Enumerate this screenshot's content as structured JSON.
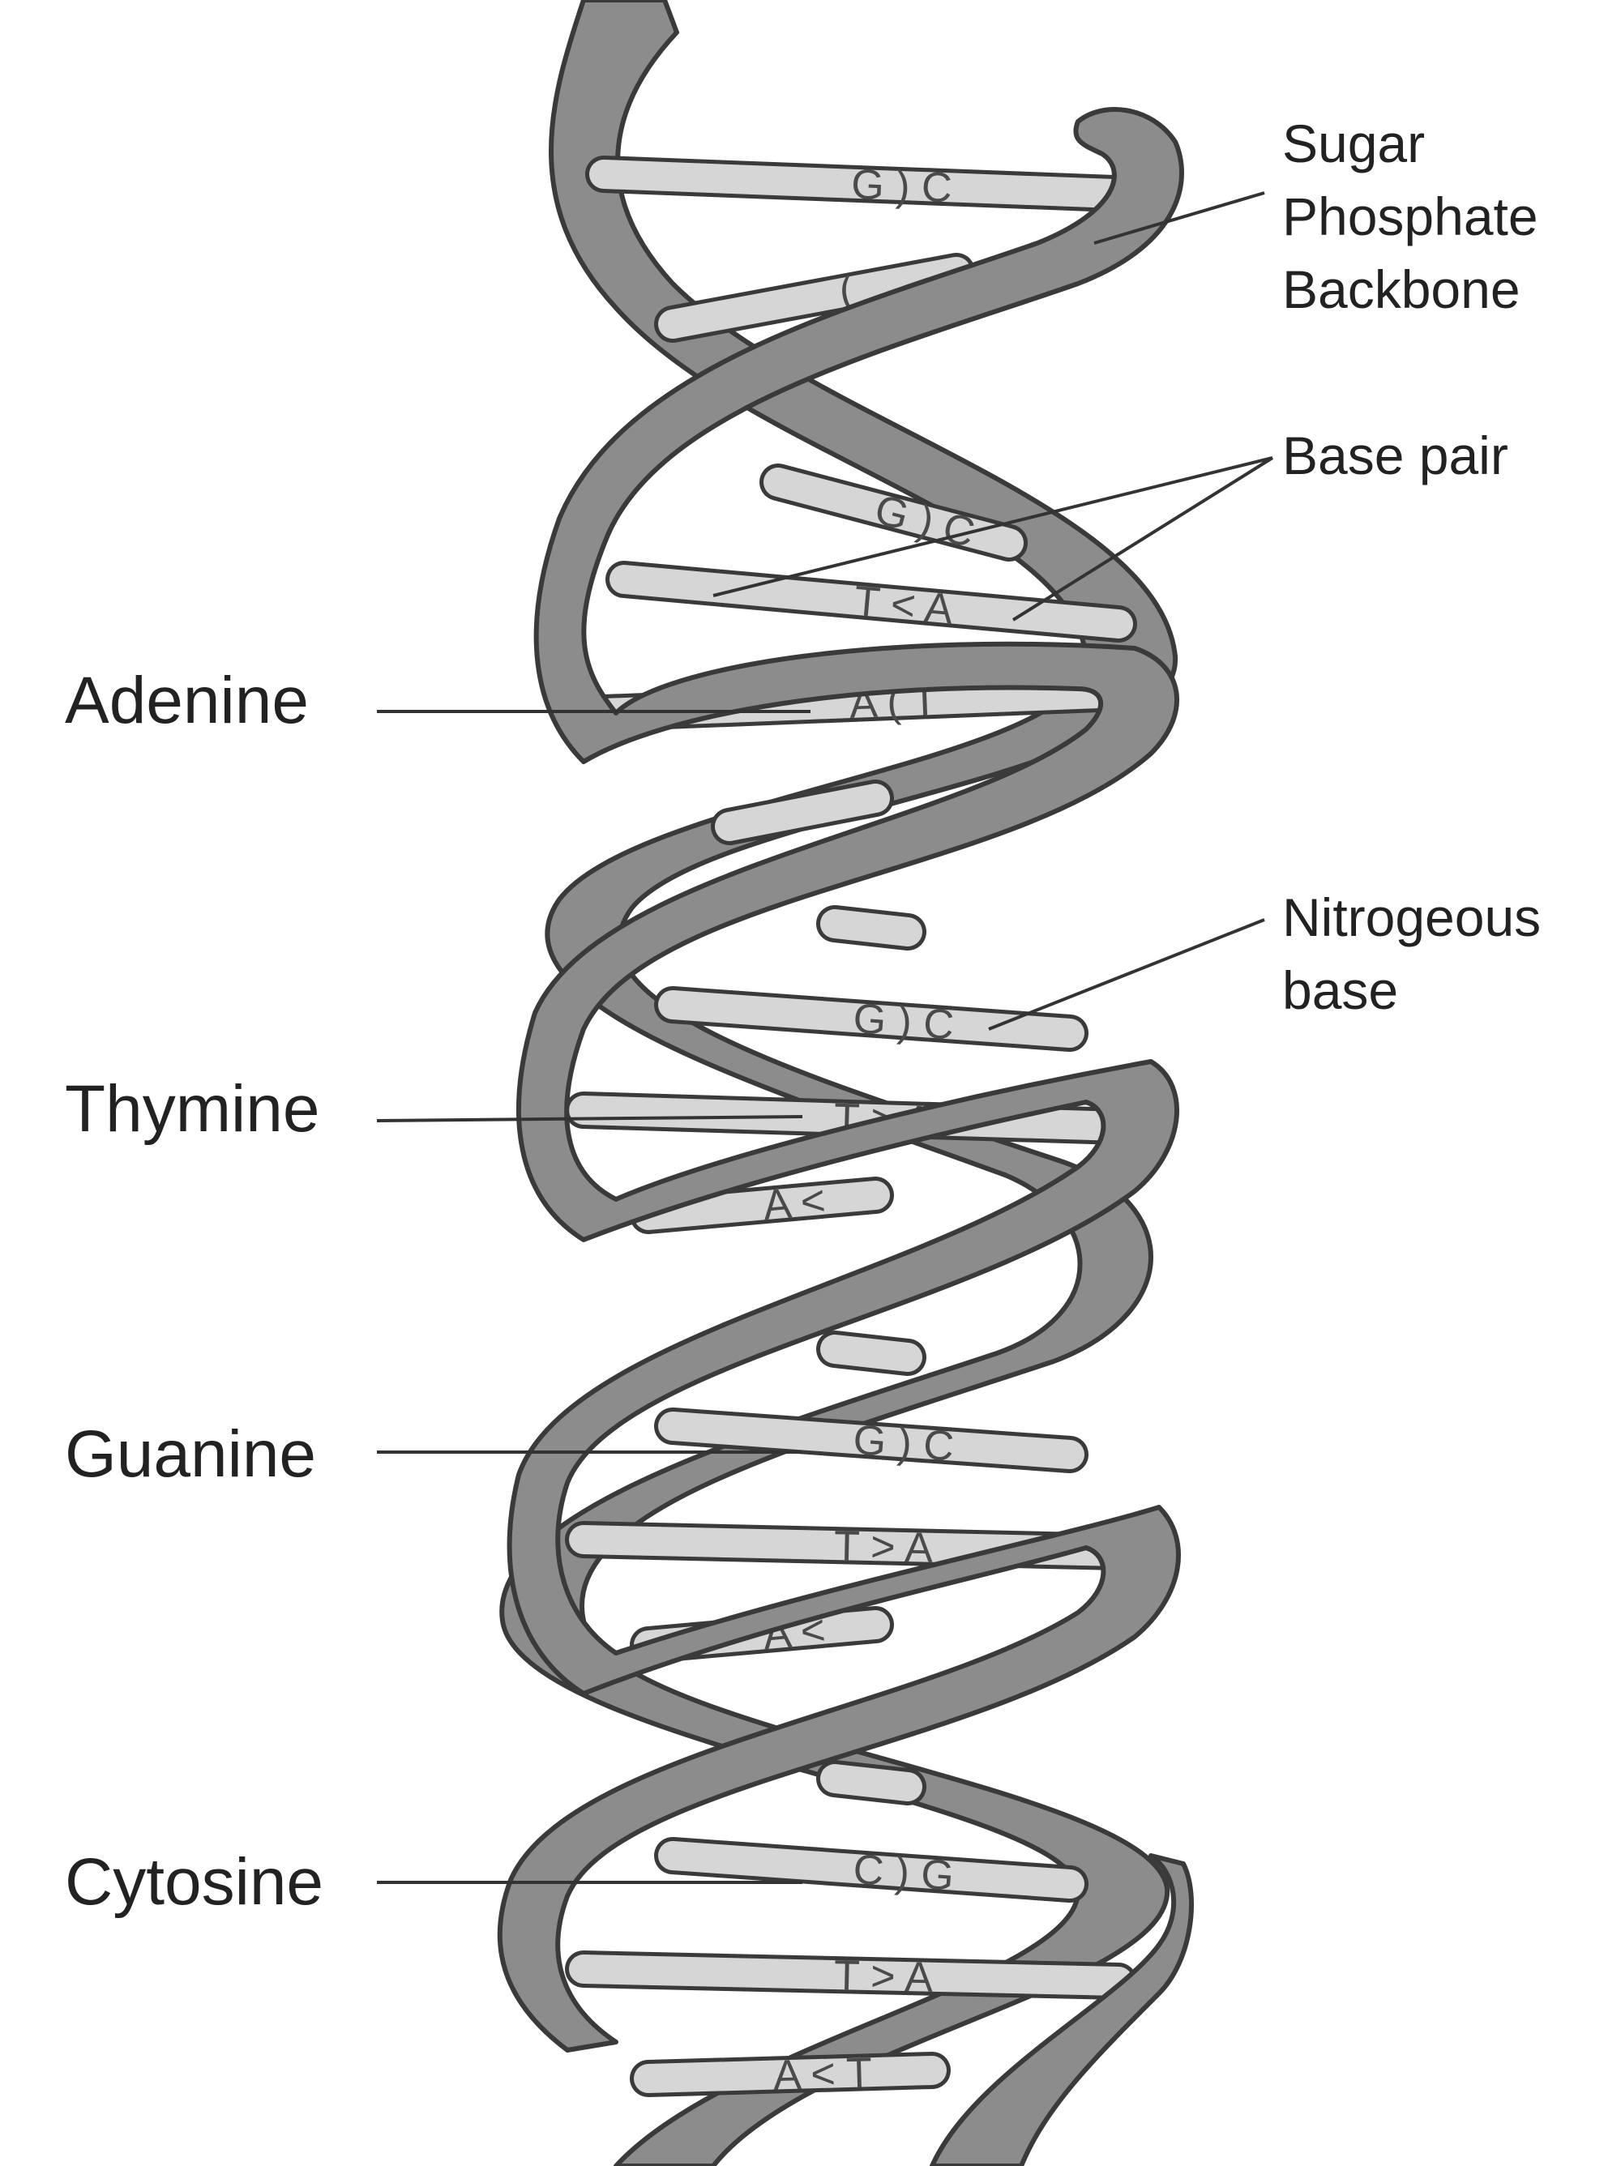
{
  "labels": {
    "backbone_line1": "Sugar",
    "backbone_line2": "Phosphate",
    "backbone_line3": "Backbone",
    "base_pair": "Base pair",
    "nitrogenous_line1": "Nitrogeous",
    "nitrogenous_line2": "base",
    "adenine": "Adenine",
    "thymine": "Thymine",
    "guanine": "Guanine",
    "cytosine": "Cytosine"
  },
  "base_pairs": [
    {
      "left": "G",
      "sym": ")",
      "right": "C"
    },
    {
      "left": "",
      "sym": "(",
      "right": ""
    },
    {
      "left": "G",
      "sym": ")",
      "right": "C"
    },
    {
      "left": "T",
      "sym": "<",
      "right": "A"
    },
    {
      "left": "A",
      "sym": "(",
      "right": "T"
    },
    {
      "left": "",
      "sym": "",
      "right": ""
    },
    {
      "left": "",
      "sym": "",
      "right": ""
    },
    {
      "left": "G",
      "sym": ")",
      "right": "C"
    },
    {
      "left": "T",
      "sym": ">",
      "right": "A"
    },
    {
      "left": "A",
      "sym": "<",
      "right": ""
    },
    {
      "left": "",
      "sym": "",
      "right": ""
    },
    {
      "left": "G",
      "sym": ")",
      "right": "C"
    },
    {
      "left": "T",
      "sym": ">",
      "right": "A"
    },
    {
      "left": "A",
      "sym": "<",
      "right": ""
    },
    {
      "left": "",
      "sym": "",
      "right": ""
    },
    {
      "left": "C",
      "sym": ")",
      "right": "G"
    },
    {
      "left": "T",
      "sym": ">",
      "right": "A"
    },
    {
      "left": "A",
      "sym": "<",
      "right": "T"
    }
  ],
  "colors": {
    "strand": "#8c8c8c",
    "base": "#d6d6d6",
    "outline": "#3a3a3a",
    "text": "#222222"
  }
}
